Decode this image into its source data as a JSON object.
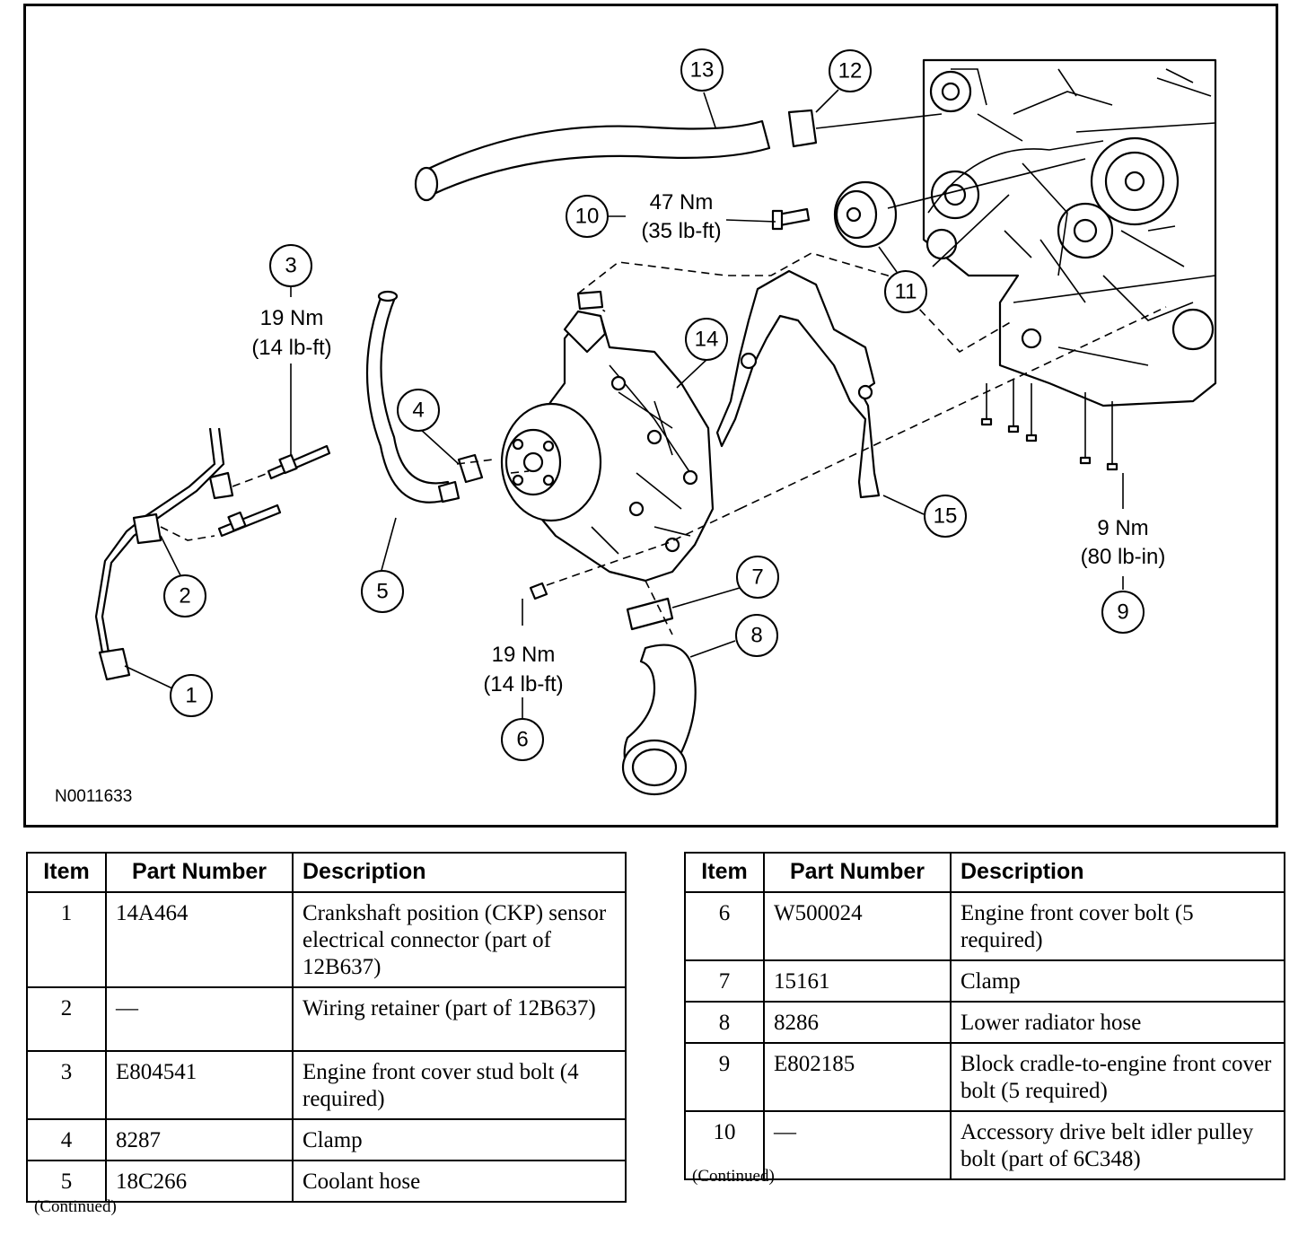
{
  "figure": {
    "code": "N0011633",
    "callouts": {
      "c1": "1",
      "c2": "2",
      "c3": "3",
      "c4": "4",
      "c5": "5",
      "c6": "6",
      "c7": "7",
      "c8": "8",
      "c9": "9",
      "c10": "10",
      "c11": "11",
      "c12": "12",
      "c13": "13",
      "c14": "14",
      "c15": "15"
    },
    "torques": {
      "t3": [
        "19 Nm",
        "(14 lb-ft)"
      ],
      "t6": [
        "19 Nm",
        "(14 lb-ft)"
      ],
      "t9": [
        "9 Nm",
        "(80 lb-in)"
      ],
      "t10": [
        "47 Nm",
        "(35 lb-ft)"
      ]
    }
  },
  "tables": {
    "left": {
      "headers": {
        "item": "Item",
        "part": "Part Number",
        "desc": "Description"
      },
      "rows": [
        {
          "item": "1",
          "part": "14A464",
          "desc": "Crankshaft position (CKP) sensor electrical connector (part of 12B637)"
        },
        {
          "item": "2",
          "part": "—",
          "desc": "Wiring retainer (part of 12B637)"
        },
        {
          "item": "3",
          "part": "E804541",
          "desc": "Engine front cover stud bolt (4 required)"
        },
        {
          "item": "4",
          "part": "8287",
          "desc": "Clamp"
        },
        {
          "item": "5",
          "part": "18C266",
          "desc": "Coolant hose"
        }
      ],
      "continued": "(Continued)"
    },
    "right": {
      "headers": {
        "item": "Item",
        "part": "Part Number",
        "desc": "Description"
      },
      "rows": [
        {
          "item": "6",
          "part": "W500024",
          "desc": "Engine front cover bolt (5 required)"
        },
        {
          "item": "7",
          "part": "15161",
          "desc": "Clamp"
        },
        {
          "item": "8",
          "part": "8286",
          "desc": "Lower radiator hose"
        },
        {
          "item": "9",
          "part": "E802185",
          "desc": "Block cradle-to-engine front cover bolt (5 required)"
        },
        {
          "item": "10",
          "part": "—",
          "desc": "Accessory drive belt idler pulley bolt (part of 6C348)"
        }
      ],
      "continued": "(Continued)"
    }
  }
}
